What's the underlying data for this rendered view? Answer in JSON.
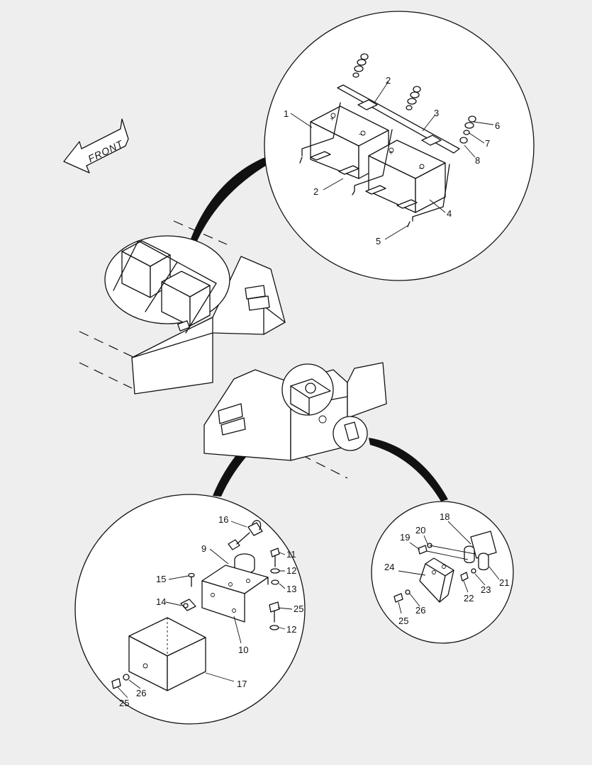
{
  "direction_arrow": {
    "label": "FRONT"
  },
  "part_numbers": {
    "1": "1",
    "2": "2",
    "3": "3",
    "4": "4",
    "5": "5",
    "6": "6",
    "7": "7",
    "8": "8",
    "9": "9",
    "10": "10",
    "11": "11",
    "12": "12",
    "13": "13",
    "14": "14",
    "15": "15",
    "16": "16",
    "17": "17",
    "18": "18",
    "19": "19",
    "20": "20",
    "21": "21",
    "22": "22",
    "23": "23",
    "24": "24",
    "25": "25",
    "26": "26"
  },
  "battery_terminals": {
    "plus": "+",
    "minus": "−"
  },
  "colors": {
    "line": "#111111",
    "background": "#eeeeee",
    "paper": "#ffffff",
    "callout_fill": "#111111"
  }
}
